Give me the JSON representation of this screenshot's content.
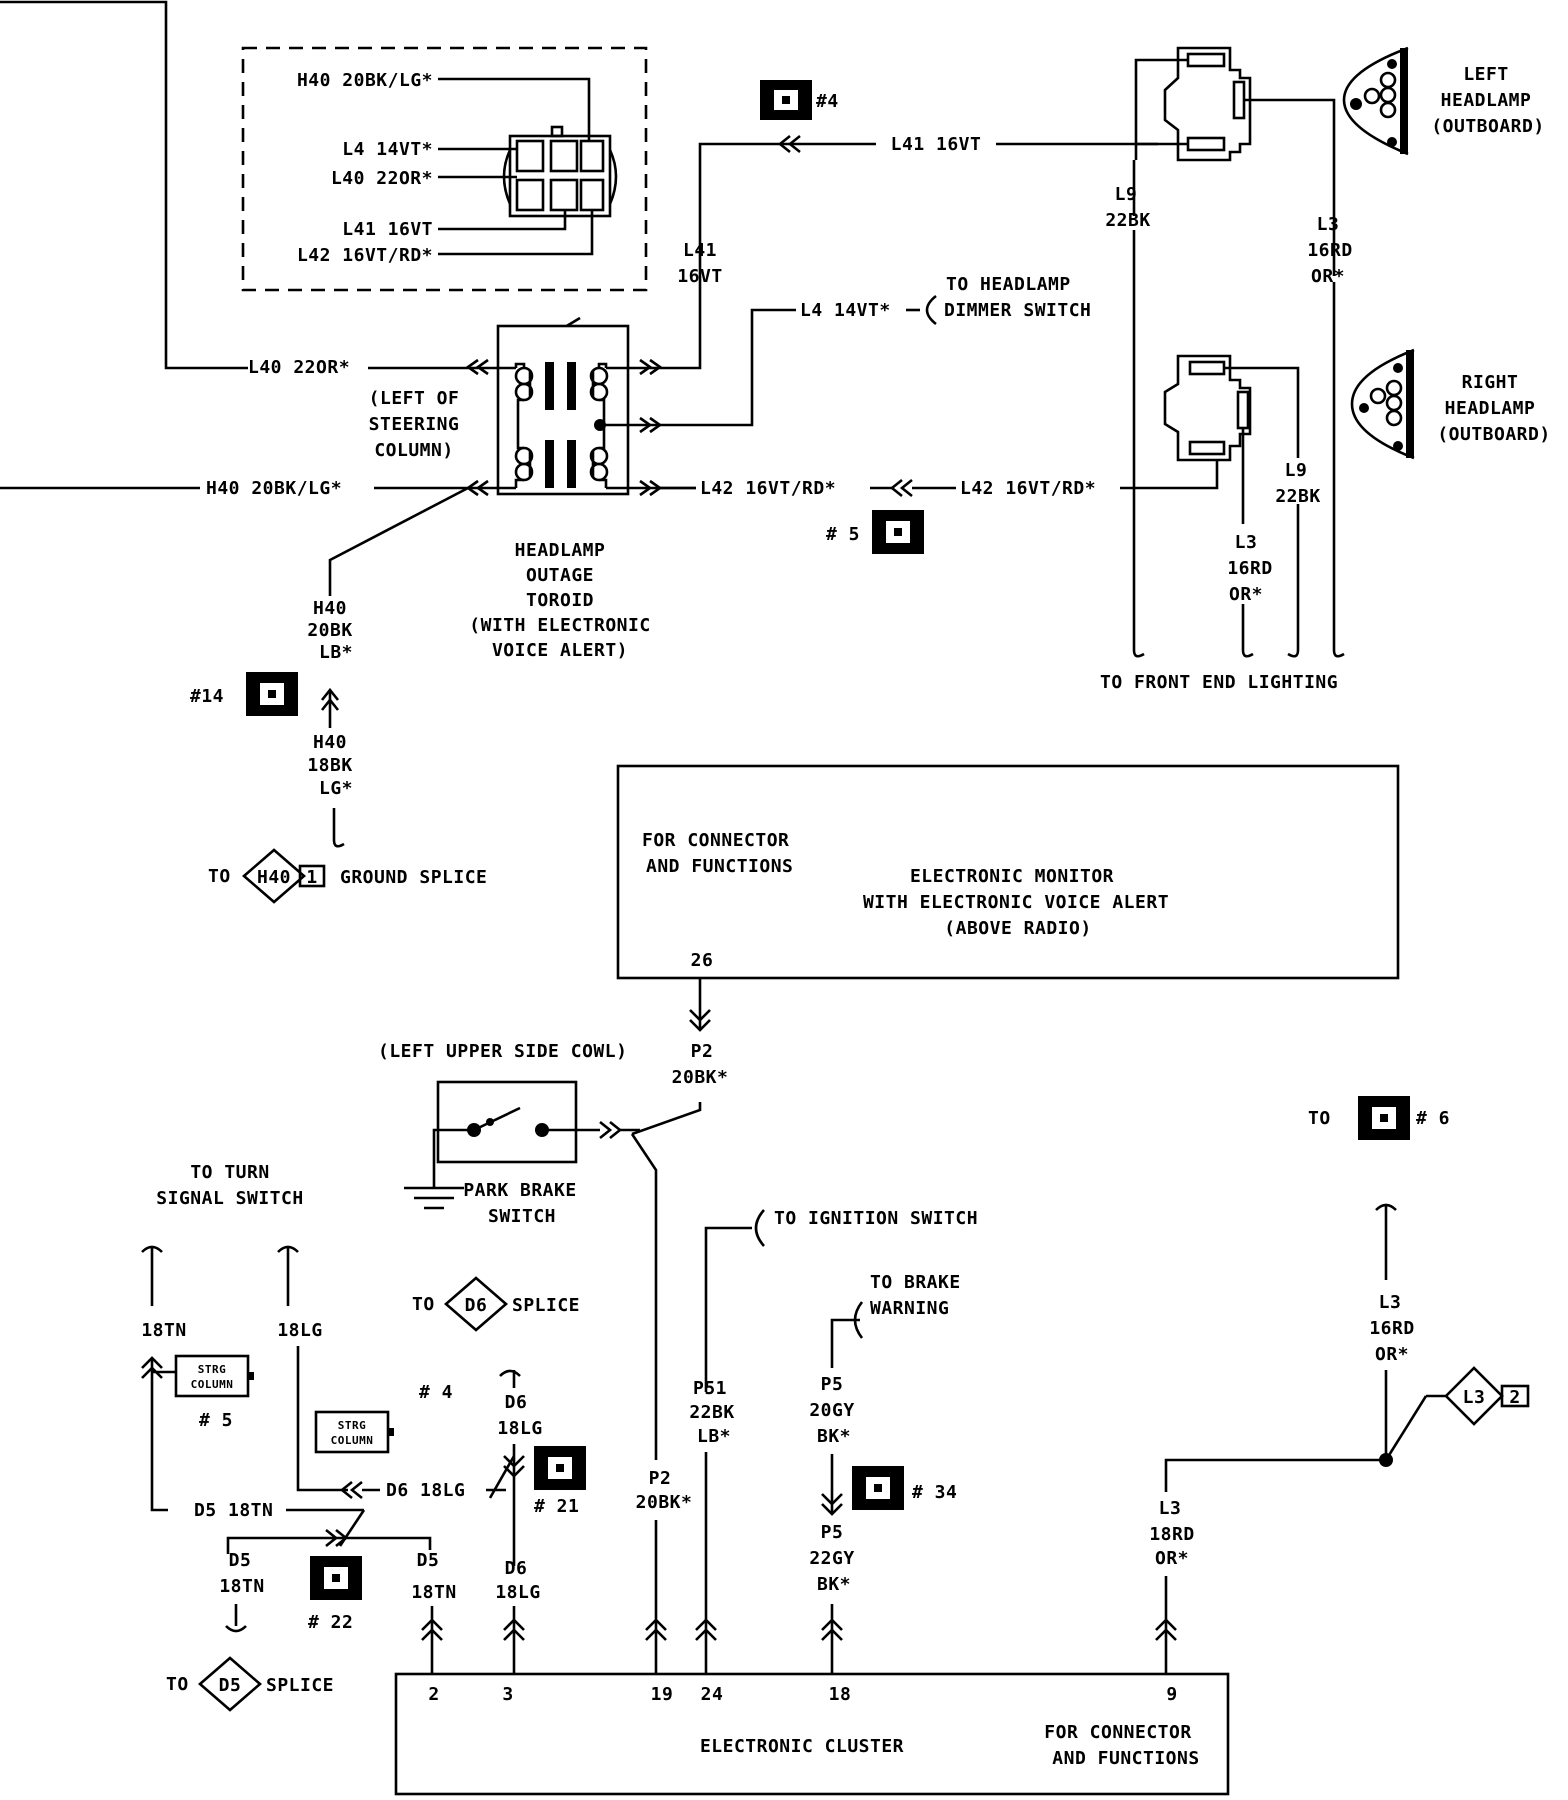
{
  "left_splice_connector": {
    "h40": "H40 20BK/LG*",
    "l4": "L4 14VT*",
    "l40": "L40 22OR*",
    "l41": "L41 16VT",
    "l42": "L42 16VT/RD*"
  },
  "wires": {
    "l40_main": "L40 22OR*",
    "h40_main": "H40 20BK/LG*",
    "l41_horiz": "L41 16VT",
    "l41_vert_a": "L41",
    "l41_vert_b": "16VT",
    "l4": "L4 14VT*",
    "l42_a": "L42 16VT/RD*",
    "l42_b": "L42 16VT/RD*",
    "l9_left_a": "L9",
    "l9_left_b": "22BK",
    "l3_left_a": "L3",
    "l3_left_b": "16RD",
    "l3_left_c": "OR*",
    "l9_right_a": "L9",
    "l9_right_b": "22BK",
    "l3_right_a": "L3",
    "l3_right_b": "16RD",
    "l3_right_c": "OR*",
    "h40_upper_a": "H40",
    "h40_upper_b": "20BK",
    "h40_upper_c": "LB*",
    "h40_lower_a": "H40",
    "h40_lower_b": "18BK",
    "h40_lower_c": "LG*",
    "p2_upper_a": "P2",
    "p2_upper_b": "20BK*",
    "p2_lower_a": "P2",
    "p2_lower_b": "20BK*",
    "p51_a": "P51",
    "p51_b": "22BK",
    "p51_c": "LB*",
    "p5_upper_a": "P5",
    "p5_upper_b": "20GY",
    "p5_upper_c": "BK*",
    "p5_lower_a": "P5",
    "p5_lower_b": "22GY",
    "p5_lower_c": "BK*",
    "l3_bottom_a": "L3",
    "l3_bottom_b": "16RD",
    "l3_bottom_c": "OR*",
    "l3_cluster_a": "L3",
    "l3_cluster_b": "18RD",
    "l3_cluster_c": "OR*",
    "d5_horiz": "D5 18TN",
    "d6_horiz": "D6 18LG",
    "t18tn": "18TN",
    "t18lg": "18LG",
    "d6_top_a": "D6",
    "d6_top_b": "18LG",
    "d5_left_a": "D5",
    "d5_left_b": "18TN",
    "d5_right_a": "D5",
    "d5_right_b": "18TN",
    "d6_right_a": "D6",
    "d6_right_b": "18LG"
  },
  "components": {
    "left_headlamp_a": "LEFT",
    "left_headlamp_b": "HEADLAMP",
    "left_headlamp_c": "(OUTBOARD)",
    "right_headlamp_a": "RIGHT",
    "right_headlamp_b": "HEADLAMP",
    "right_headlamp_c": "(OUTBOARD)",
    "toroid_a": "HEADLAMP",
    "toroid_b": "OUTAGE",
    "toroid_c": "TOROID",
    "toroid_d": "(WITH ELECTRONIC",
    "toroid_e": "VOICE ALERT)",
    "steering_a": "(LEFT OF",
    "steering_b": "STEERING",
    "steering_c": "COLUMN)",
    "monitor_a": "ELECTRONIC MONITOR",
    "monitor_b": "WITH ELECTRONIC VOICE ALERT",
    "monitor_c": "(ABOVE RADIO)",
    "monitor_note_a": "FOR CONNECTOR",
    "monitor_note_b": "AND FUNCTIONS",
    "monitor_pin": "26",
    "cowl": "(LEFT UPPER SIDE COWL)",
    "park_a": "PARK BRAKE",
    "park_b": "SWITCH",
    "cluster": "ELECTRONIC CLUSTER",
    "cluster_note_a": "FOR CONNECTOR",
    "cluster_note_b": "AND FUNCTIONS",
    "pin2": "2",
    "pin3": "3",
    "pin19": "19",
    "pin24": "24",
    "pin18": "18",
    "pin9": "9",
    "strg_a": "STRG",
    "strg_b": "COLUMN"
  },
  "destinations": {
    "dimmer_a": "TO HEADLAMP",
    "dimmer_b": "DIMMER SWITCH",
    "front_end": "TO FRONT END LIGHTING",
    "ground_to": "TO",
    "ground_splice": "GROUND SPLICE",
    "ignition": "TO IGNITION SWITCH",
    "brake_a": "TO BRAKE",
    "brake_b": "WARNING",
    "turn_a": "TO TURN",
    "turn_b": "SIGNAL SWITCH",
    "d6_to": "TO",
    "d6_splice": "SPLICE",
    "d5_to": "TO",
    "d5_splice": "SPLICE",
    "to6": "TO"
  },
  "splice_tags": {
    "h40": "H40",
    "h40_num": "1",
    "d6": "D6",
    "d5": "D5",
    "l3": "L3",
    "l3_num": "2"
  },
  "refs": {
    "r4": "#4",
    "r5": "# 5",
    "r14": "#14",
    "r6": "# 6",
    "r21": "# 21",
    "r34": "# 34",
    "r22": "# 22",
    "strg5": "# 5",
    "strg4": "# 4"
  }
}
